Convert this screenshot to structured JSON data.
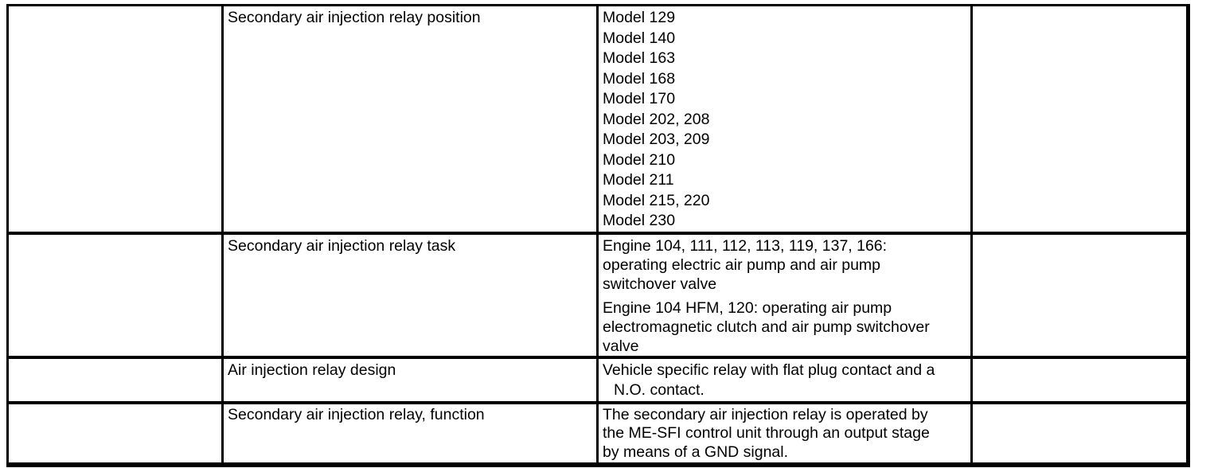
{
  "table": {
    "rows": [
      {
        "label": "Secondary air injection relay position",
        "models": [
          "Model 129",
          "Model 140",
          "Model 163",
          "Model 168",
          "Model 170",
          "Model 202, 208",
          "Model 203, 209",
          "Model 210",
          "Model 211",
          "Model 215, 220",
          "Model 230"
        ]
      },
      {
        "label": "Secondary air injection relay task",
        "paragraphs": [
          [
            "Engine 104, 111, 112, 113, 119, 137, 166:",
            "operating electric air pump and air pump",
            "switchover valve"
          ],
          [
            "Engine 104 HFM, 120: operating air pump",
            "electromagnetic clutch and air pump switchover",
            "valve"
          ]
        ]
      },
      {
        "label": "Air injection relay design",
        "lines": [
          "Vehicle specific relay with flat plug contact and a",
          "N.O. contact."
        ]
      },
      {
        "label": "Secondary air injection relay, function",
        "lines": [
          "The secondary air injection relay is operated by",
          "the ME-SFI control unit through an output stage",
          "by means of a GND signal."
        ]
      }
    ],
    "colors": {
      "border": "#000000",
      "background": "#ffffff",
      "text": "#000000"
    }
  }
}
